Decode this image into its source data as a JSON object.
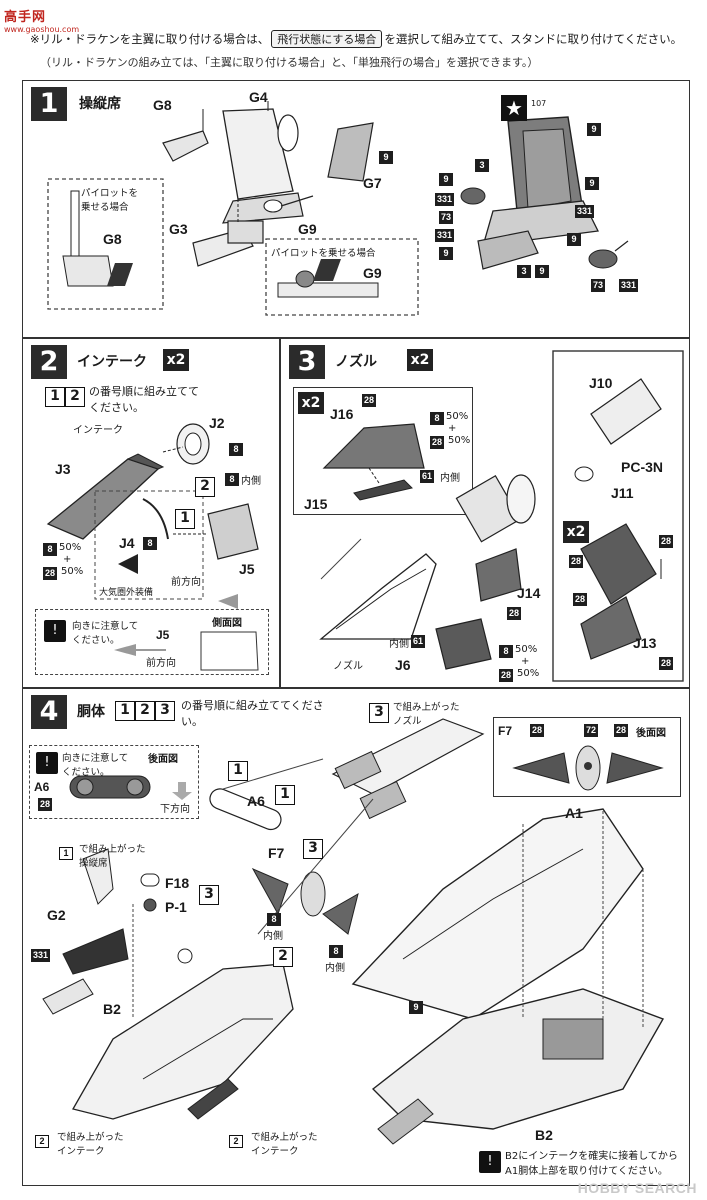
{
  "watermark_logo": {
    "brand": "高手网",
    "url": "www.gaoshou.com"
  },
  "header": {
    "line1_pre": "※リル・ドラケンを主翼に取り付ける場合は、",
    "line1_button": "飛行状態にする場合",
    "line1_post": "を選択して組み立てて、スタンドに取り付けてください。",
    "line2": "（リル・ドラケンの組み立ては、「主翼に取り付ける場合」と、「単独飛行の場合」を選択できます。）"
  },
  "step1": {
    "number": "1",
    "title": "操縦席",
    "labels": {
      "g8": "G8",
      "g4": "G4",
      "g7": "G7",
      "g3": "G3",
      "g9": "G9",
      "g8b": "G8",
      "g9b": "G9"
    },
    "pilot_note": "パイロットを\n乗せる場合",
    "pilot_note2": "パイロットを乗せる場合",
    "star_number": "107",
    "tags": [
      "9",
      "9",
      "3",
      "9",
      "9",
      "331",
      "331",
      "73",
      "331",
      "9",
      "3",
      "9",
      "9",
      "73",
      "331"
    ]
  },
  "step2": {
    "number": "2",
    "title": "インテーク",
    "multiplier": "x2",
    "instruction": "の番号順に組み立ててください。",
    "seq": [
      "1",
      "2"
    ],
    "labels": {
      "intake": "インテーク",
      "j2": "J2",
      "j3": "J3",
      "j4": "J4",
      "j5": "J5",
      "j5b": "J5"
    },
    "paint": {
      "a": "8",
      "a_pct": "50%",
      "plus": "+",
      "b": "28",
      "b_pct": "50%"
    },
    "inside": "内側",
    "forward": "前方向",
    "forward2": "前方向",
    "outer_space": "大気圏外装備",
    "caution": "向きに注意して\nください。",
    "side_view": "側面図"
  },
  "step3": {
    "number": "3",
    "title": "ノズル",
    "multiplier": "x2",
    "sub_multiplier": "x2",
    "labels": {
      "j16": "J16",
      "j15": "J15",
      "j14": "J14",
      "j6": "J6",
      "j10": "J10",
      "j11": "J11",
      "j13": "J13",
      "pc3n": "PC-3N",
      "nozzle": "ノズル"
    },
    "paint1": {
      "a": "8",
      "a_pct": "50%",
      "plus": "+",
      "b": "28",
      "b_pct": "50%"
    },
    "paint2": {
      "a": "8",
      "a_pct": "50%",
      "plus": "+",
      "b": "28",
      "b_pct": "50%"
    },
    "inside": "内側",
    "inside2": "内側",
    "tags": {
      "t28a": "28",
      "t61a": "61",
      "t61b": "61",
      "t28b": "28",
      "t28c": "28",
      "t28d": "28",
      "t28e": "28",
      "t28f": "28"
    }
  },
  "step4": {
    "number": "4",
    "title": "胴体",
    "seq": [
      "1",
      "2",
      "3"
    ],
    "instruction": "の番号順に組み立ててください。",
    "caution": "向きに注意して\nください。",
    "rear_view": "後面図",
    "rear_view2": "後面図",
    "down": "下方向",
    "labels": {
      "a6": "A6",
      "a6b": "A6",
      "f7": "F7",
      "f7b": "F7",
      "f18": "F18",
      "p1": "P-1",
      "g2": "G2",
      "b2": "B2",
      "b2b": "B2",
      "a1": "A1"
    },
    "assembled_nozzle": "で組み上がった\nノズル",
    "assembled_cockpit": "で組み上がった\n操縦席",
    "assembled_intake_l": "で組み上がった\nインテーク",
    "assembled_intake_r": "で組み上がった\nインテーク",
    "inside_a": "内側",
    "inside_b": "内側",
    "final_note": "B2にインテークを確実に接着してから\nA1胴体上部を取り付けてください。",
    "tags": {
      "t28a": "28",
      "t331": "331",
      "t8a": "8",
      "t8b": "8",
      "t9": "9",
      "f7_28a": "28",
      "f7_72": "72",
      "f7_28b": "28"
    },
    "ref": {
      "r1": "1",
      "r2": "2",
      "r3": "3",
      "r4": "3",
      "r5": "1",
      "r6": "2"
    }
  },
  "footer_watermark": "HOBBY SEARCH"
}
